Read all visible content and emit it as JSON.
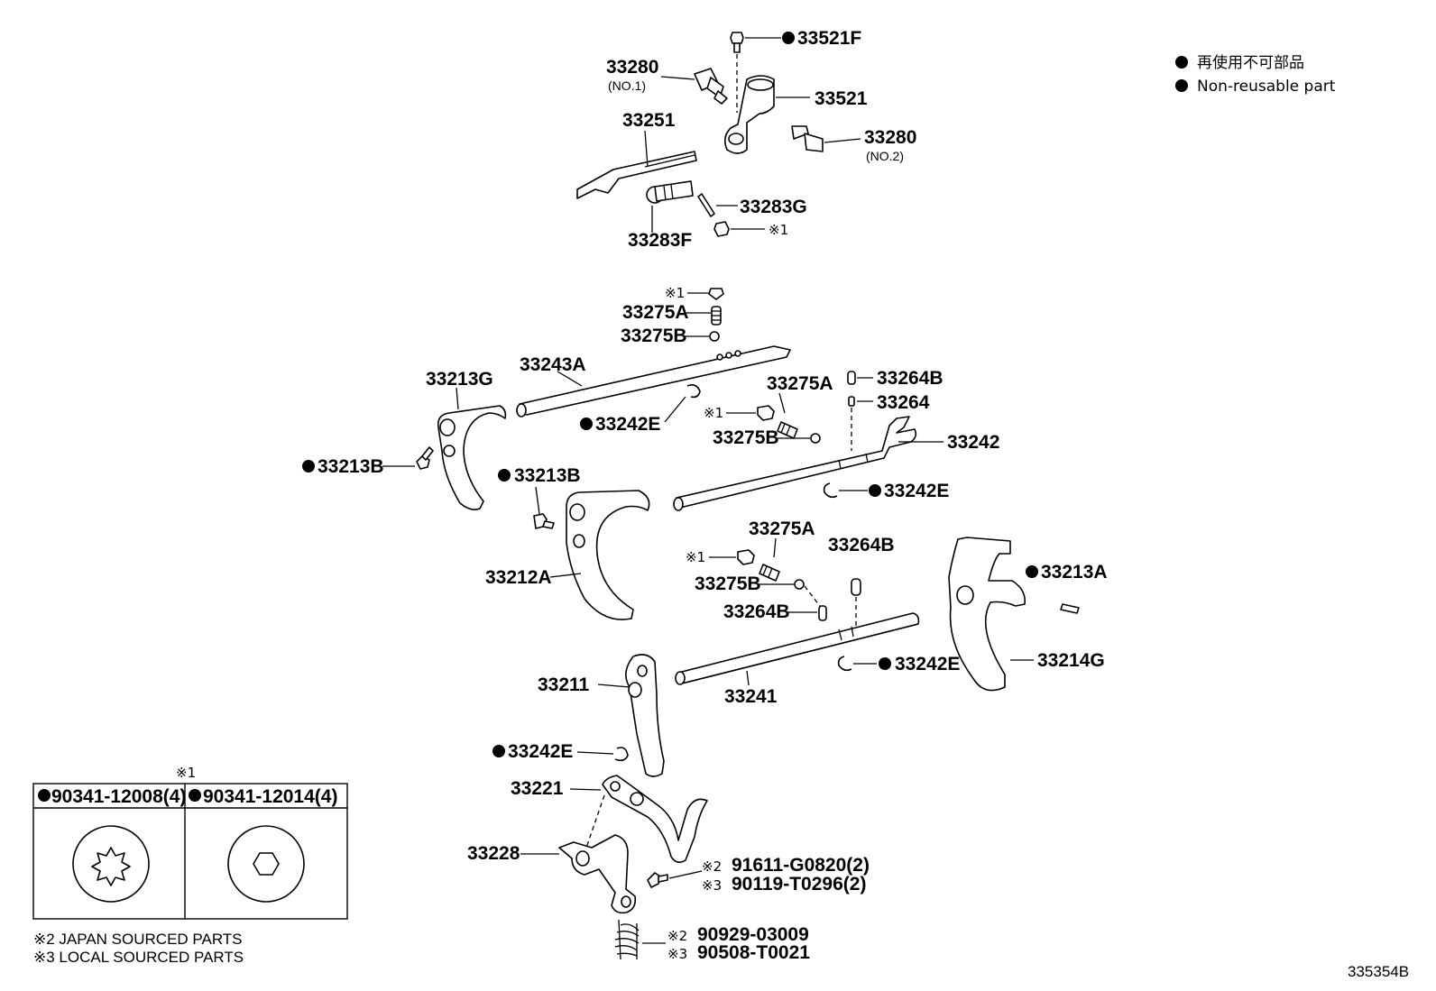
{
  "legend": {
    "nonreusable_ja": "再使用不可部品",
    "nonreusable_en": "Non-reusable part"
  },
  "diagram_id": "335354B",
  "labels": {
    "p33521F": "33521F",
    "p33280_1": "33280",
    "p33280_1_sub": "(NO.1)",
    "p33521": "33521",
    "p33251": "33251",
    "p33280_2": "33280",
    "p33280_2_sub": "(NO.2)",
    "p33283G": "33283G",
    "p33283F": "33283F",
    "mark1_a": "※1",
    "mark1_b": "※1",
    "p33275A_a": "33275A",
    "p33275B_a": "33275B",
    "p33243A": "33243A",
    "p33213G": "33213G",
    "p33275A_b": "33275A",
    "p33264B_a": "33264B",
    "p33264": "33264",
    "mark1_c": "※1",
    "p33242E_a": "33242E",
    "p33275B_b": "33275B",
    "p33242": "33242",
    "p33213B_a": "33213B",
    "p33213B_b": "33213B",
    "p33242E_b": "33242E",
    "p33275A_c": "33275A",
    "p33264B_b": "33264B",
    "mark1_d": "※1",
    "p33213A": "33213A",
    "p33212A": "33212A",
    "p33275B_c": "33275B",
    "p33264B_c": "33264B",
    "p33214G": "33214G",
    "p33242E_c": "33242E",
    "p33211": "33211",
    "p33241": "33241",
    "p33242E_d": "33242E",
    "p33221": "33221",
    "p33228": "33228",
    "bolt_a_mark": "※2",
    "bolt_a": "91611-G0820(2)",
    "bolt_b_mark": "※3",
    "bolt_b": "90119-T0296(2)",
    "spring_a_mark": "※2",
    "spring_a": "90929-03009",
    "spring_b_mark": "※3",
    "spring_b": "90508-T0021"
  },
  "table": {
    "mark": "※1",
    "col1": "90341-12008(4)",
    "col2": "90341-12014(4)"
  },
  "notes": {
    "n2": "※2 JAPAN SOURCED PARTS",
    "n3": "※3 LOCAL SOURCED PARTS"
  }
}
